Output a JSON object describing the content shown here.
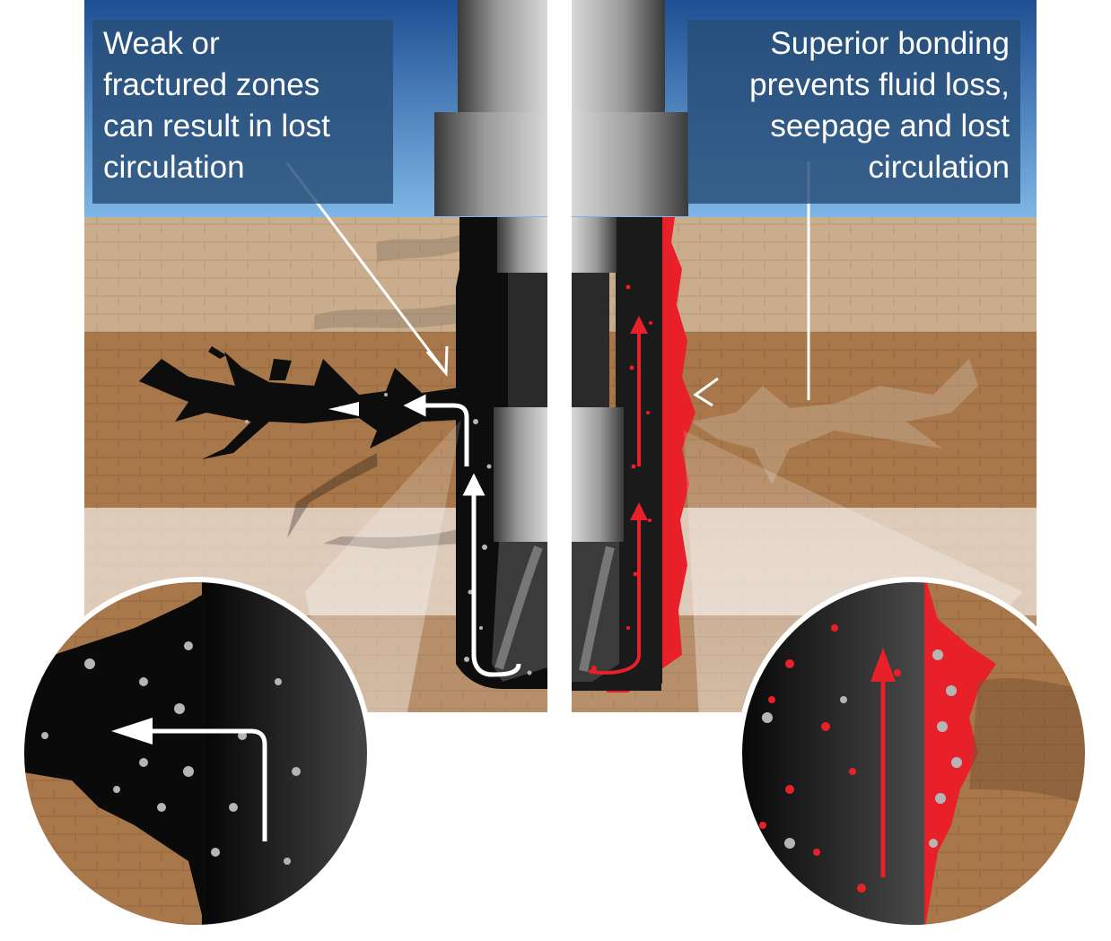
{
  "captions": {
    "left": {
      "lines": [
        "Weak or",
        "fractured zones",
        "can result in lost",
        "circulation"
      ]
    },
    "right": {
      "lines": [
        "Superior  bonding",
        "prevents fluid loss,",
        "seepage and lost",
        "circulation"
      ]
    }
  },
  "colors": {
    "sky": "#2e6fb6",
    "soil_light": "#c8ac8c",
    "soil_dark": "#a97a4e",
    "fluid_black": "#0d0d0d",
    "fluid_red": "#e8202a",
    "pipe_gray": "#8a8a8a",
    "gravel_gray": "#b5b5b5"
  },
  "icons": {
    "flow_arrow_left": "arrow-icon",
    "flow_arrow_right": "arrow-icon"
  }
}
